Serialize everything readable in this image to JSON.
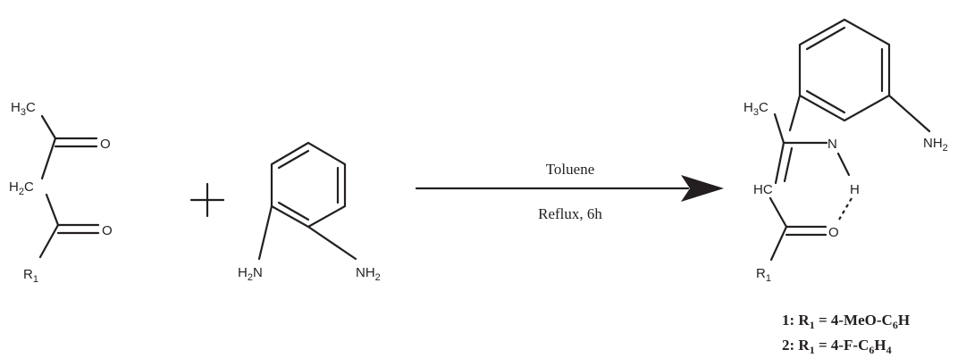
{
  "reactant1": {
    "ch3": {
      "main": "H",
      "sub": "3",
      "tail": "C"
    },
    "ch2": {
      "main": "H",
      "sub": "2",
      "tail": "C"
    },
    "o_top": "O",
    "o_bottom": "O",
    "r1": {
      "main": "R",
      "sub": "1"
    }
  },
  "plus_sign": "+",
  "reactant2": {
    "nh2_left": {
      "main": "H",
      "sub": "2",
      "tail": "N"
    },
    "nh2_right": {
      "main": "NH",
      "sub": "2"
    }
  },
  "arrow": {
    "solvent": "Toluene",
    "condition": "Reflux, 6h"
  },
  "product": {
    "ch3": {
      "main": "H",
      "sub": "3",
      "tail": "C"
    },
    "n": "N",
    "h": "H",
    "nh2": {
      "main": "NH",
      "sub": "2"
    },
    "hc": "HC",
    "o": "O",
    "r1": {
      "main": "R",
      "sub": "1"
    }
  },
  "legend": [
    {
      "num": "1:",
      "r": "R",
      "r_sub": "1",
      "eq": " = 4-MeO-C",
      "c_sub": "6",
      "tail": "H"
    },
    {
      "num": "2:",
      "r": "R",
      "r_sub": "1",
      "eq": " = 4-F-C",
      "c_sub": "6",
      "tail": "H",
      "tail_sub": "4"
    }
  ]
}
